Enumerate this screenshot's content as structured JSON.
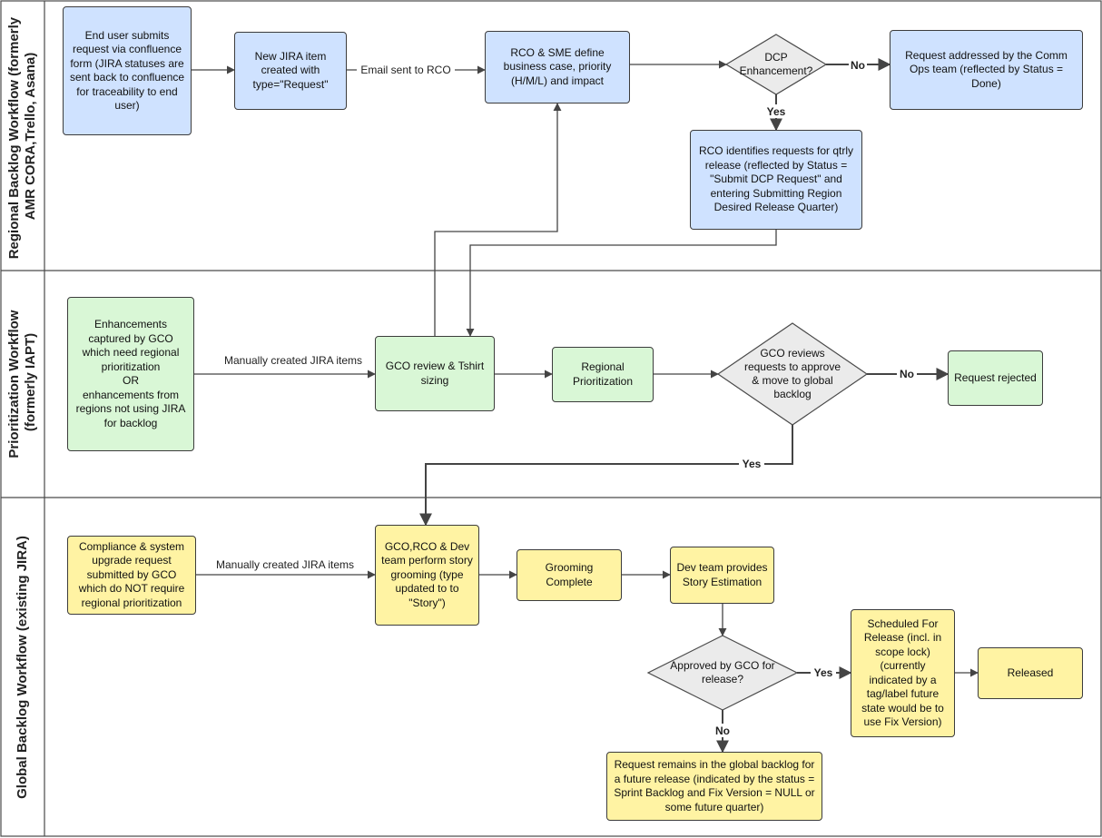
{
  "lanes": [
    {
      "title_line1": "Regional Backlog Workflow (formerly",
      "title_line2": "AMR CORA,Trello, Asana)"
    },
    {
      "title_line1": "Prioritization Workflow",
      "title_line2": "(formerly IAPT)"
    },
    {
      "title_line1": "Global Backlog Workflow (existing JIRA)",
      "title_line2": ""
    }
  ],
  "nodes": {
    "end_user": "End user submits request via confluence form (JIRA statuses are sent back to confluence for traceability to end user)",
    "new_jira": "New JIRA item created with type=\"Request\"",
    "rco_sme": "RCO & SME define business case, priority (H/M/L) and impact",
    "dcp_decision": "DCP Enhancement?",
    "comm_ops": "Request addressed by the Comm Ops team (reflected by Status = Done)",
    "rco_identifies": "RCO identifies requests for qtrly release (reflected by Status = \"Submit DCP Request\" and entering Submitting Region Desired Release Quarter)",
    "enhancements": "Enhancements captured by GCO which need regional prioritization\nOR\nenhancements from regions not using JIRA for backlog",
    "gco_review": "GCO review & Tshirt sizing",
    "regional_prio": "Regional Prioritization",
    "gco_reviews_decision": "GCO reviews requests to approve & move to global backlog",
    "rejected": "Request rejected",
    "compliance": "Compliance & system upgrade request submitted by GCO which do NOT require regional prioritization",
    "grooming": "GCO,RCO & Dev team perform story grooming (type updated to to \"Story\")",
    "grooming_complete": "Grooming Complete",
    "dev_estimation": "Dev team provides Story Estimation",
    "approved_decision": "Approved by GCO for release?",
    "scheduled": "Scheduled For Release (incl. in scope lock) (currently indicated by a tag/label future state would be to use Fix Version)",
    "released": "Released",
    "remains": "Request remains in the global backlog for a future release (indicated by the status = Sprint Backlog and Fix Version = NULL or some future quarter)"
  },
  "edge_labels": {
    "email": "Email sent to RCO",
    "dcp_no": "No",
    "dcp_yes": "Yes",
    "manual1": "Manually created JIRA items",
    "gco_no": "No",
    "gco_yes": "Yes",
    "manual2": "Manually created JIRA items",
    "approved_yes": "Yes",
    "approved_no": "No"
  },
  "colors": {
    "regional": "#cfe2ff",
    "prioritization": "#d9f7d6",
    "global": "#fff3a3",
    "decision": "#ebebeb"
  }
}
